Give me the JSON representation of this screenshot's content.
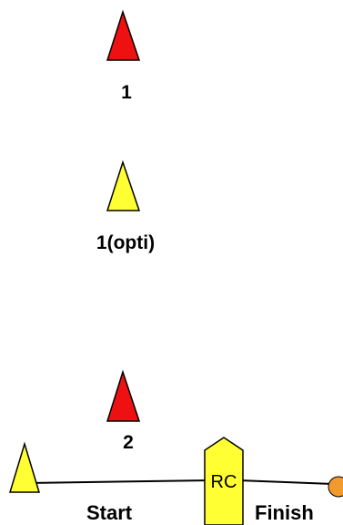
{
  "marks": [
    {
      "id": "mark-1",
      "label": "1",
      "color": "#ee1111",
      "shape": "triangle"
    },
    {
      "id": "mark-1-opti",
      "label": "1(opti)",
      "color": "#ffff33",
      "shape": "triangle"
    },
    {
      "id": "mark-2",
      "label": "2",
      "color": "#ee1111",
      "shape": "triangle"
    },
    {
      "id": "start-pin",
      "label": "",
      "color": "#ffff33",
      "shape": "triangle"
    }
  ],
  "committee_boat": {
    "label": "RC",
    "color": "#ffff33"
  },
  "finish_buoy": {
    "color": "#f29a2e",
    "shape": "circle"
  },
  "lines": {
    "start_label": "Start",
    "finish_label": "Finish",
    "color": "#000000"
  }
}
